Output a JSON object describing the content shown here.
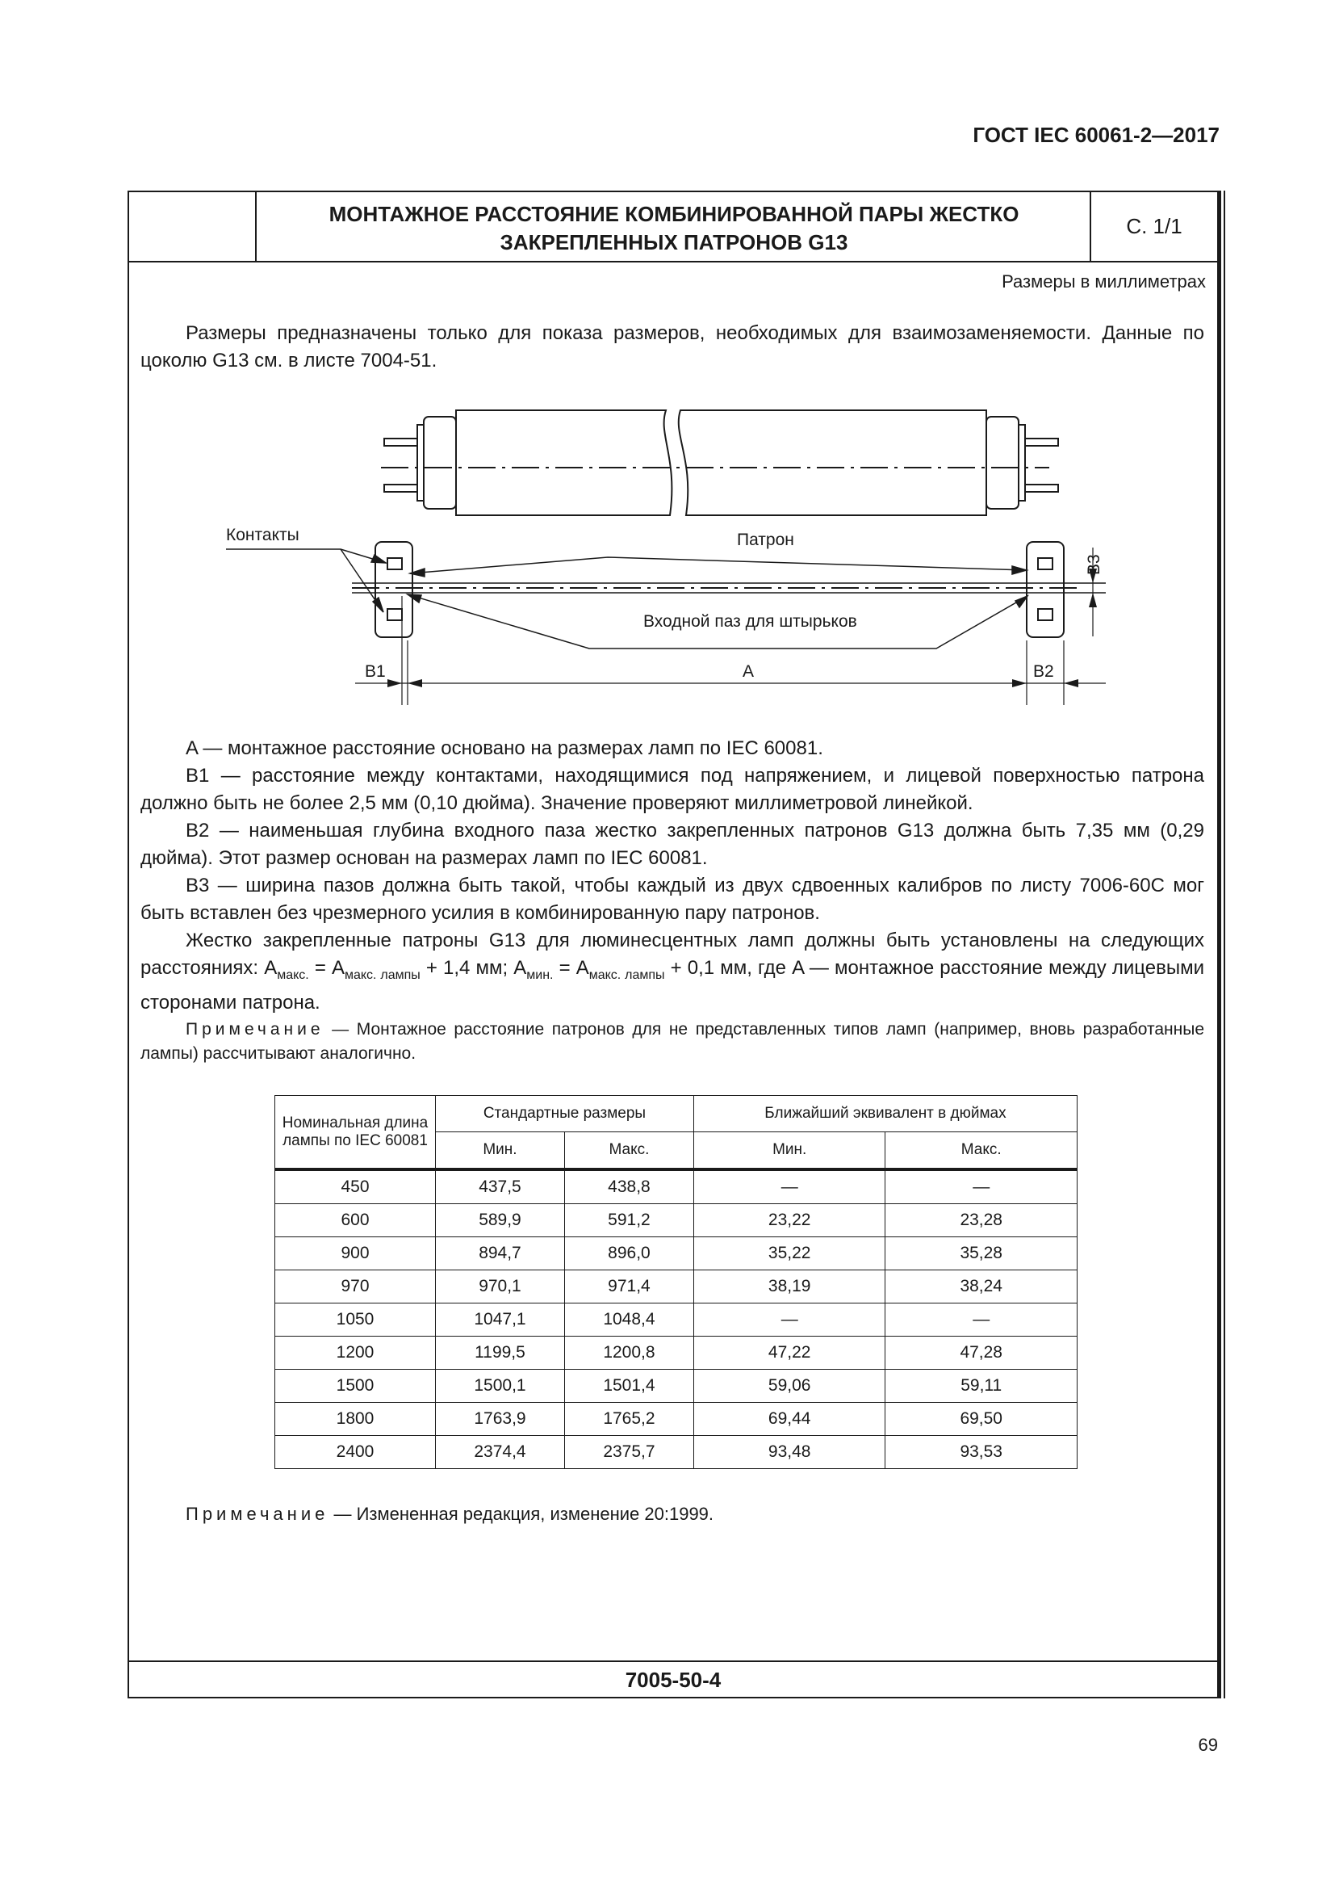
{
  "document": {
    "standard": "ГОСТ IEC 60061-2—2017",
    "title_line1": "МОНТАЖНОЕ РАССТОЯНИЕ КОМБИНИРОВАННОЙ ПАРЫ ЖЕСТКО",
    "title_line2": "ЗАКРЕПЛЕННЫХ ПАТРОНОВ G13",
    "sheet": "С. 1/1",
    "units": "Размеры в миллиметрах",
    "intro": "Размеры предназначены только для показа размеров, необходимых для взаимозаменяемости. Данные по цоколю G13 см. в листе 7004-51.",
    "diagram_labels": {
      "contacts": "Контакты",
      "holder": "Патрон",
      "slot": "Входной паз для штырьков",
      "b1": "B1",
      "a": "A",
      "b2": "B2",
      "b3": "B3"
    },
    "p_a": "A — монтажное расстояние основано на размерах ламп по IEC 60081.",
    "p_b1": "B1 — расстояние между контактами, находящимися под напряжением, и лицевой поверхностью патрона должно быть не более 2,5 мм (0,10 дюйма). Значение проверяют миллиметровой линейкой.",
    "p_b2": "B2 — наименьшая глубина входного паза жестко закрепленных патронов G13 должна быть 7,35 мм (0,29 дюйма). Этот размер основан на размерах ламп по IEC 60081.",
    "p_b3": "B3 — ширина пазов должна быть такой, чтобы каждый из двух сдвоенных калибров по листу 7006-60С мог быть вставлен без чрезмерного усилия в комбинированную пару патронов.",
    "p_rigid": {
      "t1": "Жестко закрепленные патроны G13 для люминесцентных ламп должны быть установлены на следующих расстояниях: A",
      "s1": "макс.",
      "t2": " = A",
      "s2": "макс. лампы",
      "t3": " + 1,4 мм; A",
      "s3": "мин.",
      "t4": " = A",
      "s4": "макс. лампы",
      "t5": " + 0,1 мм, где A — монтажное расстояние между лицевыми сторонами патрона."
    },
    "note1_label": "Примечание",
    "note1_text": " — Монтажное расстояние патронов для не представленных типов ламп (например, вновь разработанные лампы) рассчитывают аналогично.",
    "table": {
      "h_nominal": "Номинальная длина лампы по IEC 60081",
      "h_standard": "Стандартные размеры",
      "h_inch": "Ближайший эквивалент в дюймах",
      "h_min": "Мин.",
      "h_max": "Макс.",
      "rows": [
        [
          "450",
          "437,5",
          "438,8",
          "—",
          "—"
        ],
        [
          "600",
          "589,9",
          "591,2",
          "23,22",
          "23,28"
        ],
        [
          "900",
          "894,7",
          "896,0",
          "35,22",
          "35,28"
        ],
        [
          "970",
          "970,1",
          "971,4",
          "38,19",
          "38,24"
        ],
        [
          "1050",
          "1047,1",
          "1048,4",
          "—",
          "—"
        ],
        [
          "1200",
          "1199,5",
          "1200,8",
          "47,22",
          "47,28"
        ],
        [
          "1500",
          "1500,1",
          "1501,4",
          "59,06",
          "59,11"
        ],
        [
          "1800",
          "1763,9",
          "1765,2",
          "69,44",
          "69,50"
        ],
        [
          "2400",
          "2374,4",
          "2375,7",
          "93,48",
          "93,53"
        ]
      ]
    },
    "note2_label": "Примечание",
    "note2_text": " — Измененная редакция, изменение 20:1999.",
    "sheet_number": "7005-50-4",
    "page_number": "69"
  }
}
